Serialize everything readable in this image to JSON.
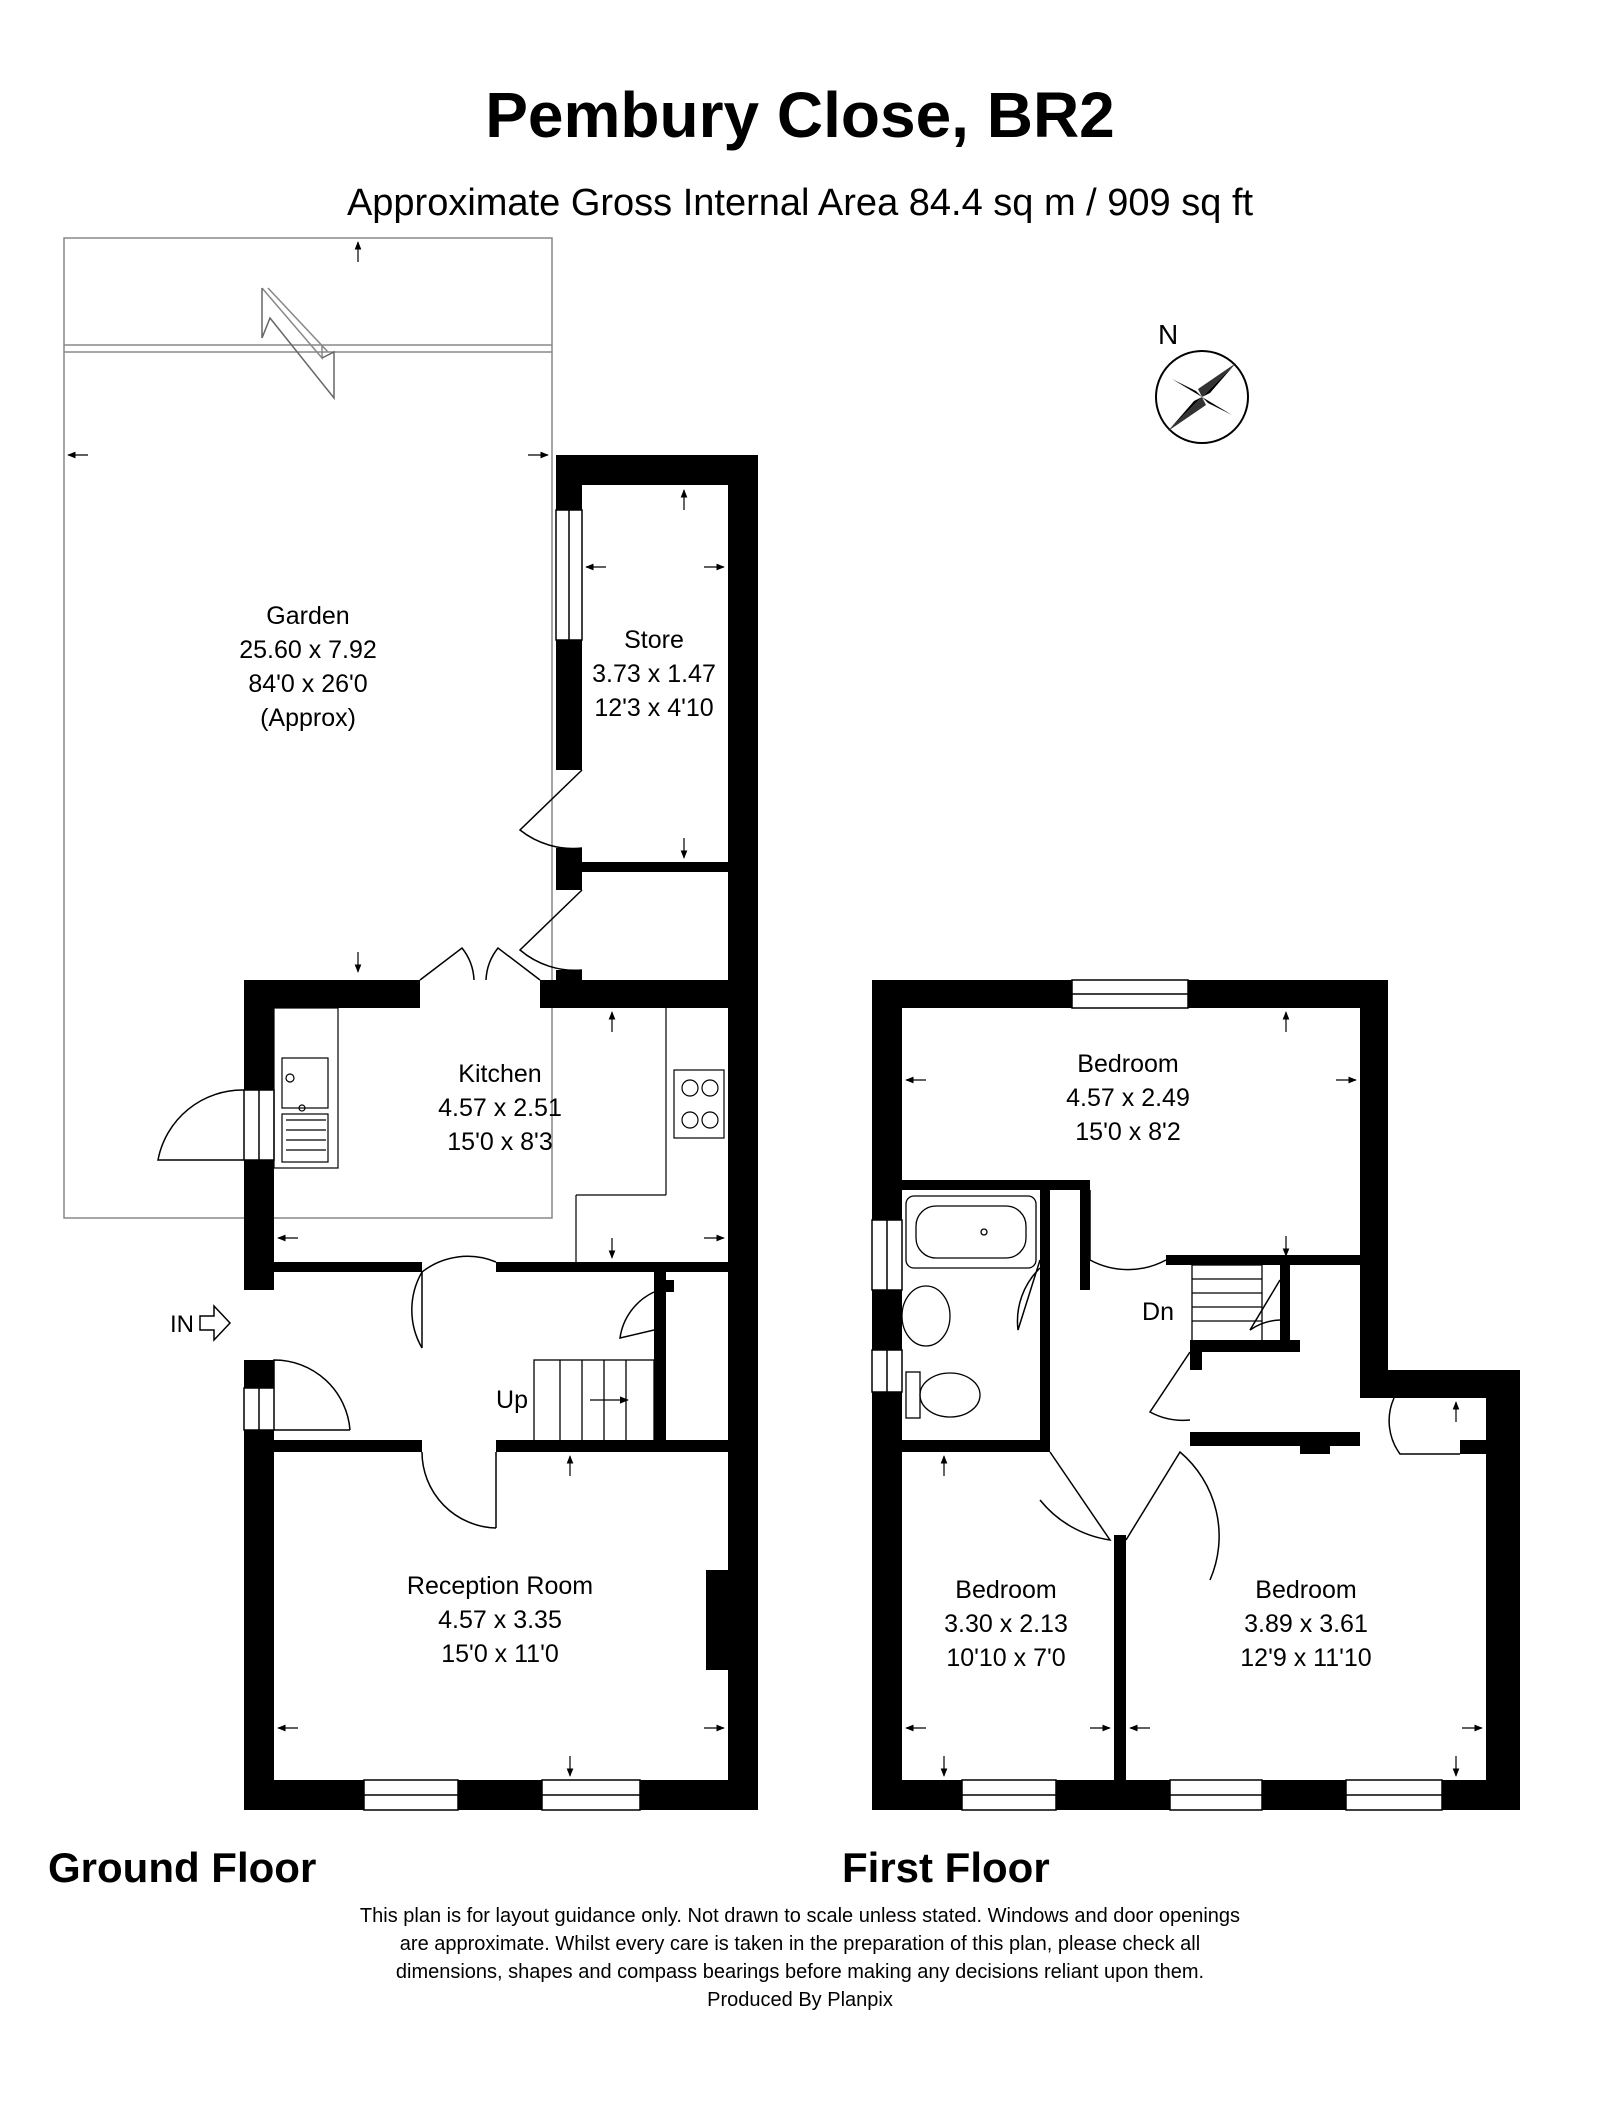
{
  "title": "Pembury Close, BR2",
  "subtitle": "Approximate Gross Internal Area 84.4 sq m / 909 sq ft",
  "compass_label": "N",
  "entrance_label": "IN",
  "ground_floor": {
    "label": "Ground Floor",
    "stairs_label": "Up",
    "rooms": {
      "garden": {
        "name": "Garden",
        "metric": "25.60 x 7.92",
        "imperial": "84'0 x 26'0",
        "note": "(Approx)"
      },
      "store": {
        "name": "Store",
        "metric": "3.73 x 1.47",
        "imperial": "12'3 x 4'10"
      },
      "kitchen": {
        "name": "Kitchen",
        "metric": "4.57 x 2.51",
        "imperial": "15'0 x 8'3"
      },
      "reception": {
        "name": "Reception Room",
        "metric": "4.57 x 3.35",
        "imperial": "15'0 x 11'0"
      }
    }
  },
  "first_floor": {
    "label": "First Floor",
    "stairs_label": "Dn",
    "rooms": {
      "bedroom_top": {
        "name": "Bedroom",
        "metric": "4.57 x 2.49",
        "imperial": "15'0 x 8'2"
      },
      "bedroom_left": {
        "name": "Bedroom",
        "metric": "3.30 x 2.13",
        "imperial": "10'10 x 7'0"
      },
      "bedroom_right": {
        "name": "Bedroom",
        "metric": "3.89 x 3.61",
        "imperial": "12'9 x 11'10"
      }
    }
  },
  "disclaimer": {
    "line1": "This plan is for layout guidance only. Not drawn to scale unless stated. Windows and door openings",
    "line2": "are approximate. Whilst every care is taken in the preparation of this plan, please check all",
    "line3": "dimensions, shapes and compass bearings before making any decisions reliant upon them.",
    "line4": "Produced By Planpix"
  }
}
